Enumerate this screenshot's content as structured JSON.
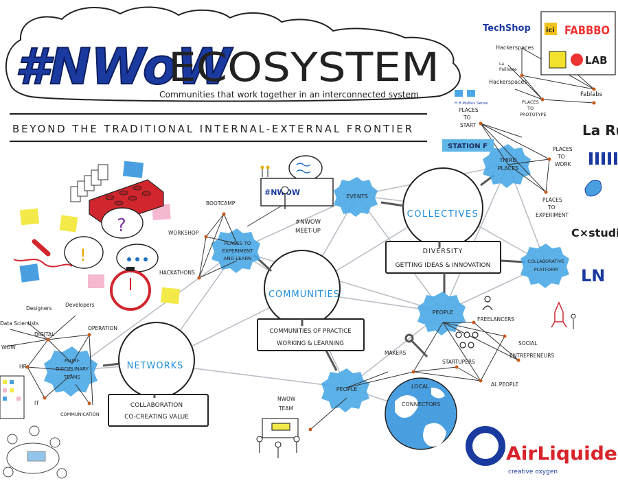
{
  "header": {
    "title_hashtag": "#NWoW",
    "title_word": "ECOSYSTEM",
    "subtitle": "Communities that work together in an interconnected system",
    "banner": "BEYOND THE TRADITIONAL INTERNAL-EXTERNAL FRONTIER"
  },
  "hubs": {
    "collectives": "COLLECTIVES",
    "communities": "COMMUNITIES",
    "networks": "NETWORKS"
  },
  "boxes": {
    "collectives_line1": "DIVERSITY",
    "collectives_line2": "GETTING IDEAS & INNOVATION",
    "communities_line1": "COMMUNITIES OF PRACTICE",
    "communities_line2": "WORKING & LEARNING",
    "networks_line1": "COLLABORATION",
    "networks_line2": "CO-CREATING VALUE"
  },
  "blobs": {
    "events": "EVENTS",
    "third_places_1": "THIRD",
    "third_places_2": "PLACES",
    "places_experiment_1": "PLACES TO",
    "places_experiment_2": "EXPERIMENT",
    "places_experiment_3": "AND LEARN",
    "collab_platform_1": "COLLABORATIVE",
    "collab_platform_2": "PLATFORM",
    "people_right": "PEOPLE",
    "people_bottom": "PEOPLE",
    "pluri_1": "PLURI-",
    "pluri_2": "DISCIPLINARY",
    "pluri_3": "TEAMS"
  },
  "labels": {
    "bootcamp": "BOOTCAMP",
    "workshop": "WORKSHOP",
    "hackathons": "HACKATHONS",
    "meetup_1": "#NWOW",
    "meetup_2": "MEET-UP",
    "designers": "Designers",
    "developers": "Developers",
    "data_scientists": "Data Scientists",
    "digital": "DIGITAL",
    "operation": "OPERATION",
    "wow": "WOW",
    "hr": "HR",
    "it": "IT",
    "communication": "COMMUNICATION",
    "freelancers": "FREELANCERS",
    "social": "SOCIAL",
    "entrepreneurs": "ENTREPRENEURS",
    "makers": "MAKERS",
    "startupers": "STARTUPERS",
    "al_people": "AL PEOPLE",
    "local": "LOCAL",
    "connectors": "CONNECTORS",
    "nwow_team_1": "NWOW",
    "nwow_team_2": "TEAM",
    "hackerspaces_1": "Hackerspaces",
    "hackerspaces_2": "Hackerspaces",
    "fablabs": "Fablabs",
    "places_prototype_1": "PLACES",
    "places_prototype_2": "TO",
    "places_prototype_3": "PROTOTYPE",
    "places_start_1": "PLACES",
    "places_start_2": "TO",
    "places_start_3": "START",
    "places_work_1": "PLACES",
    "places_work_2": "TO",
    "places_work_3": "WORK",
    "places_exp_1": "PLACES",
    "places_exp_2": "TO",
    "places_exp_3": "EXPERIMENT",
    "la_paillasse_1": "La",
    "la_paillasse_2": "Paillasse",
    "station_f": "STATION F",
    "nwow_sign": "#NWOW"
  },
  "logos": {
    "techshop": "TechShop",
    "ici": "ici",
    "fabbbo": "FABBBO",
    "wlab": "LAB",
    "la_ruche": "La Ru",
    "cxstudio": "C×studio",
    "lnt": "LN",
    "airliquide": "AirLiquide",
    "airliquide_tag": "creative oxygen",
    "hub_sigles": "H  B  MuNus  Sense"
  },
  "colors": {
    "accent_blue": "#1f8fd8",
    "ink": "#222222",
    "brand_blue": "#1b3aa0",
    "airliquide_red": "#d8232a",
    "sticky_yellow": "#f3ea4a",
    "sticky_pink": "#f4b8d0",
    "sticky_blue": "#4a9fe0",
    "brick_red": "#d1262d"
  }
}
